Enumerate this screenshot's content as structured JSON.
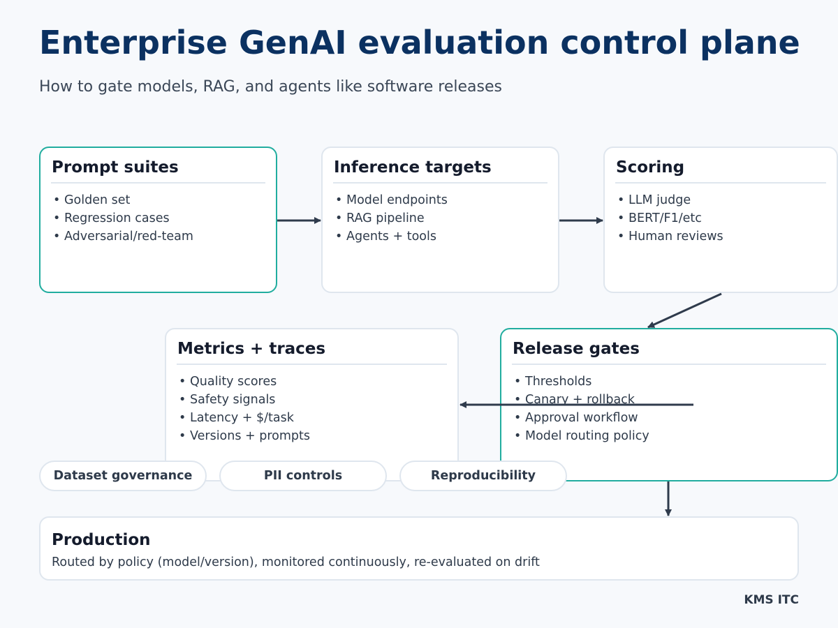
{
  "header": {
    "title": "Enterprise GenAI evaluation control plane",
    "subtitle": "How to gate models, RAG, and agents like software releases"
  },
  "cards": {
    "prompt_suites": {
      "title": "Prompt suites",
      "items": [
        "Golden set",
        "Regression cases",
        "Adversarial/red-team"
      ]
    },
    "inference_targets": {
      "title": "Inference targets",
      "items": [
        "Model endpoints",
        "RAG pipeline",
        "Agents + tools"
      ]
    },
    "scoring": {
      "title": "Scoring",
      "items": [
        "LLM judge",
        "BERT/F1/etc",
        "Human reviews"
      ]
    },
    "metrics_traces": {
      "title": "Metrics + traces",
      "items": [
        "Quality scores",
        "Safety signals",
        "Latency + $/task",
        "Versions + prompts"
      ]
    },
    "release_gates": {
      "title": "Release gates",
      "items": [
        "Thresholds",
        "Canary + rollback",
        "Approval workflow",
        "Model routing policy"
      ]
    }
  },
  "pills": [
    "Dataset governance",
    "PII controls",
    "Reproducibility"
  ],
  "production": {
    "title": "Production",
    "text": "Routed by policy (model/version), monitored continuously, re-evaluated on drift"
  },
  "footer": {
    "brand": "KMS ITC"
  },
  "colors": {
    "title": "#0b3161",
    "accent_border": "#21ad9f",
    "card_border": "#dfe6ee",
    "arrow": "#2f3b4c",
    "background": "#f7f9fc"
  }
}
